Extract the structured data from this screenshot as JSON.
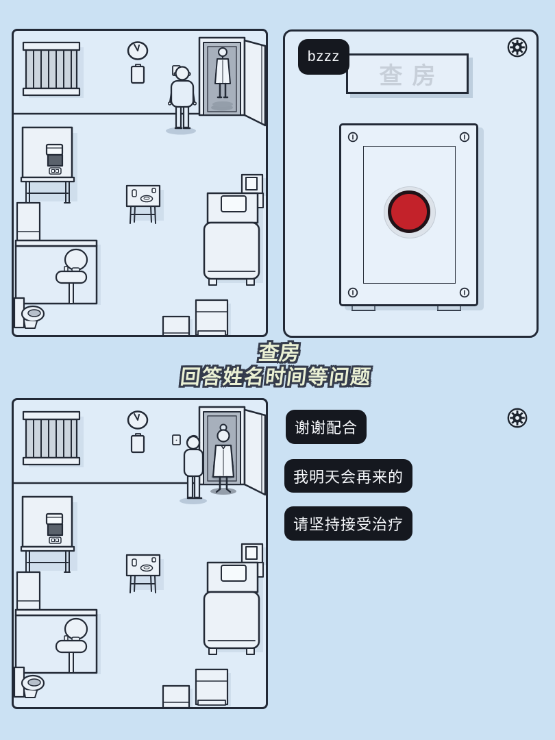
{
  "colors": {
    "page_bg": "#cbe1f3",
    "panel_bg": "#dfecf8",
    "line": "#222936",
    "bubble_bg": "#15181f",
    "bubble_text": "#f5f7fa",
    "button_red": "#c3222a",
    "button_ring": "#dde3ea",
    "sign_text": "#c7cfd9",
    "caption_fill": "#eaf0d4",
    "caption_outline": "#343b4b"
  },
  "sound_effect": {
    "label": "bzzz"
  },
  "door_sign": {
    "text": "查房"
  },
  "caption": {
    "line1": "查房",
    "line2": "回答姓名时间等问题"
  },
  "dialogue": {
    "bubbles": [
      {
        "text": "谢谢配合"
      },
      {
        "text": "我明天会再来的"
      },
      {
        "text": "请坚持接受治疗"
      }
    ]
  },
  "icons": {
    "settings": "gear-icon",
    "screw": "screw-icon",
    "call_button": "red-call-button"
  }
}
